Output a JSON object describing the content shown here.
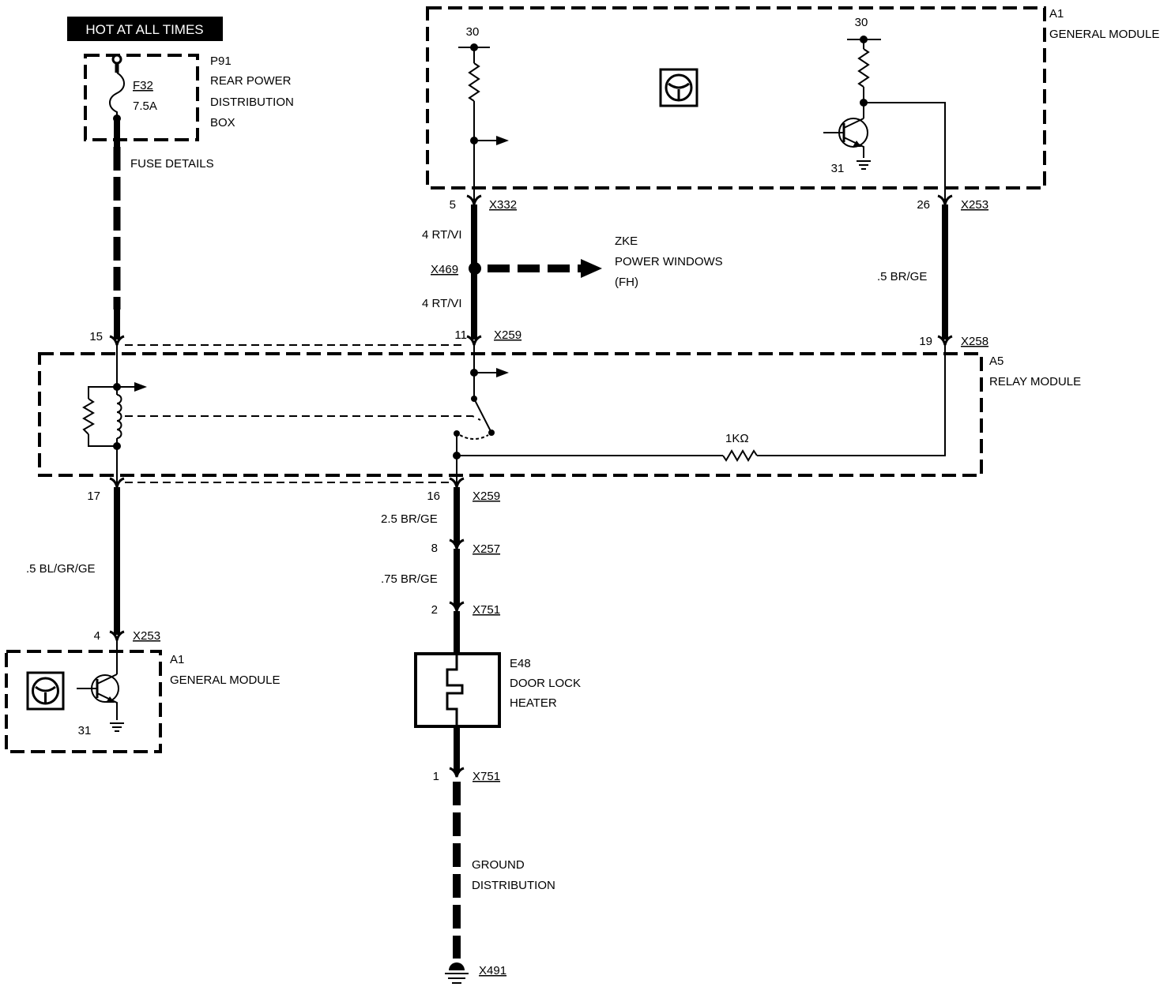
{
  "banner": "HOT AT ALL TIMES",
  "fuse": {
    "id": "F32",
    "rating": "7.5A"
  },
  "p91": {
    "id": "P91",
    "lines": [
      "REAR POWER",
      "DISTRIBUTION",
      "BOX"
    ]
  },
  "fuse_details": "FUSE DETAILS",
  "general_module_top": {
    "id": "A1",
    "name": "GENERAL MODULE",
    "pin_30_left": "30",
    "pin_30_right": "30",
    "pin_31": "31"
  },
  "relay_module": {
    "id": "A5",
    "name": "RELAY MODULE",
    "resistor": "1KΩ"
  },
  "general_module_bottom": {
    "id": "A1",
    "name": "GENERAL MODULE",
    "pin_31": "31"
  },
  "zke": {
    "lines": [
      "ZKE",
      "POWER WINDOWS",
      "(FH)"
    ]
  },
  "heater": {
    "id": "E48",
    "lines": [
      "DOOR LOCK",
      "HEATER"
    ]
  },
  "ground": {
    "lines": [
      "GROUND",
      "DISTRIBUTION"
    ],
    "id": "X491"
  },
  "connectors": {
    "x332": {
      "pin": "5",
      "id": "X332"
    },
    "x253_top": {
      "pin": "26",
      "id": "X253"
    },
    "x469": {
      "id": "X469"
    },
    "x259_15": {
      "pin": "15"
    },
    "x259_11": {
      "pin": "11",
      "id": "X259"
    },
    "x258": {
      "pin": "19",
      "id": "X258"
    },
    "x259_17": {
      "pin": "17"
    },
    "x259_16": {
      "pin": "16",
      "id": "X259"
    },
    "x257": {
      "pin": "8",
      "id": "X257"
    },
    "x751_2": {
      "pin": "2",
      "id": "X751"
    },
    "x253_bottom": {
      "pin": "4",
      "id": "X253"
    },
    "x751_1": {
      "pin": "1",
      "id": "X751"
    }
  },
  "wires": {
    "rt_vi_upper": "4 RT/VI",
    "rt_vi_lower": "4 RT/VI",
    "br_ge_right": ".5 BR/GE",
    "bl_gr_ge": ".5 BL/GR/GE",
    "br_ge_25": "2.5 BR/GE",
    "br_ge_075": ".75 BR/GE"
  }
}
